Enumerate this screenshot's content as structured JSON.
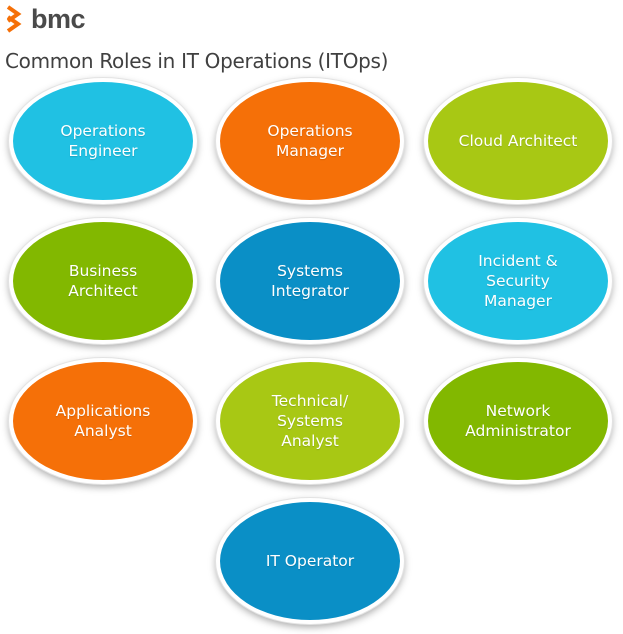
{
  "header": {
    "logo_text": "bmc",
    "logo_icon": "bmc-chevron-icon",
    "brand_color": "#f57008"
  },
  "title": "Common Roles in IT Operations (ITOps)",
  "roles": [
    {
      "label": "Operations\nEngineer",
      "color": "#20c1e3"
    },
    {
      "label": "Operations\nManager",
      "color": "#f57008"
    },
    {
      "label": "Cloud Architect",
      "color": "#a8c814"
    },
    {
      "label": "Business\nArchitect",
      "color": "#82b800"
    },
    {
      "label": "Systems\nIntegrator",
      "color": "#0a8fc6"
    },
    {
      "label": "Incident &\nSecurity\nManager",
      "color": "#20c1e3"
    },
    {
      "label": "Applications\nAnalyst",
      "color": "#f57008"
    },
    {
      "label": "Technical/\nSystems\nAnalyst",
      "color": "#a8c814"
    },
    {
      "label": "Network\nAdministrator",
      "color": "#82b800"
    },
    {
      "label": "IT Operator",
      "color": "#0a8fc6"
    }
  ]
}
